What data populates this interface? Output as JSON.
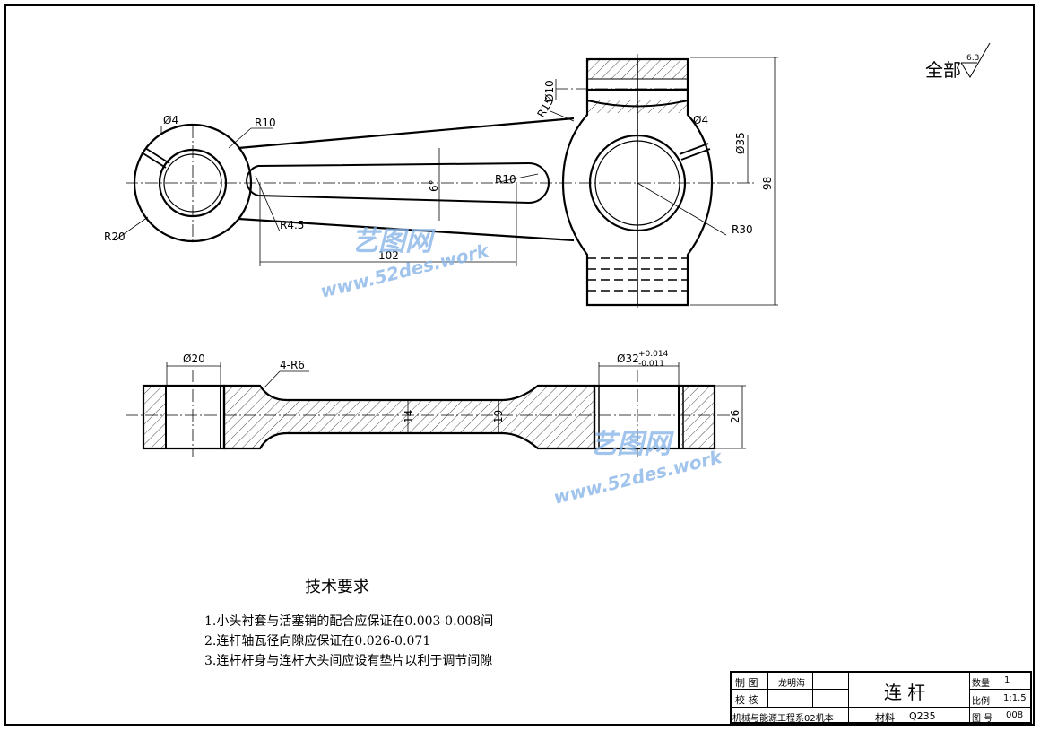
{
  "roughness": {
    "label": "全部",
    "value": "6.3"
  },
  "dims": {
    "phi4_left": "Ø4",
    "r10_top": "R10",
    "r20": "R20",
    "r45": "R4.5",
    "d102": "102",
    "r10_mid": "R10",
    "angle6": "6°",
    "r15": "R15",
    "phi10": "Ø10",
    "phi4_right": "Ø4",
    "phi35": "Ø35",
    "r30": "R30",
    "d98": "98",
    "phi20": "Ø20",
    "r6": "4-R6",
    "phi32": "Ø32",
    "phi32_up": "+0.014",
    "phi32_low": "-0.011",
    "d14": "14",
    "d19": "19",
    "d26": "26"
  },
  "notes": {
    "title": "技术要求",
    "lines": [
      "1.小头衬套与活塞销的配合应保证在0.003-0.008间",
      "2.连杆轴瓦径向隙应保证在0.026-0.071",
      "3.连杆杆身与连杆大头间应设有垫片以利于调节间隙"
    ]
  },
  "title_block": {
    "draw_label": "制 图",
    "draw_name": "龙明海",
    "check_label": "校 核",
    "org": "机械与能源工程系02机本",
    "part_name": "连 杆",
    "material_label": "材料",
    "material": "Q235",
    "qty_label": "数量",
    "qty": "1",
    "scale_label": "比例",
    "scale": "1:1.5",
    "dwg_label": "图 号",
    "dwg_no": "008"
  },
  "watermark": {
    "brand": "艺图网",
    "url": "www.52des.work"
  }
}
